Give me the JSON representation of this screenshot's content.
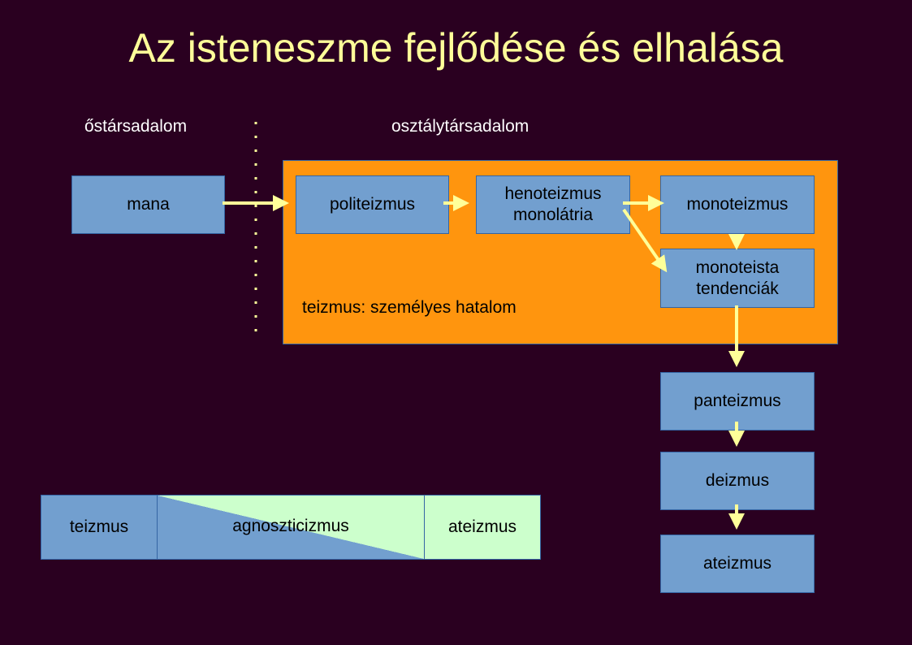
{
  "title": "Az isteneszme fejlődése és elhalása",
  "labels": {
    "primitive": "őstársadalom",
    "class": "osztálytársadalom",
    "theism_note": "teizmus: személyes hatalom"
  },
  "nodes": {
    "mana": "mana",
    "politeizmus": "politeizmus",
    "henoteizmus": "henoteizmus",
    "monolatria": "monolátria",
    "monoteizmus": "monoteizmus",
    "tendencia1": "monoteista",
    "tendencia2": "tendenciák",
    "panteizmus": "panteizmus",
    "deizmus": "deizmus",
    "ateizmus": "ateizmus"
  },
  "spectrum": {
    "left": "teizmus",
    "middle": "agnoszticizmus",
    "right": "ateizmus"
  },
  "colors": {
    "background": "#2a0020",
    "box": "#729fcf",
    "container": "#ff950e",
    "arrow": "#ffff99",
    "light": "#ccffcc"
  }
}
